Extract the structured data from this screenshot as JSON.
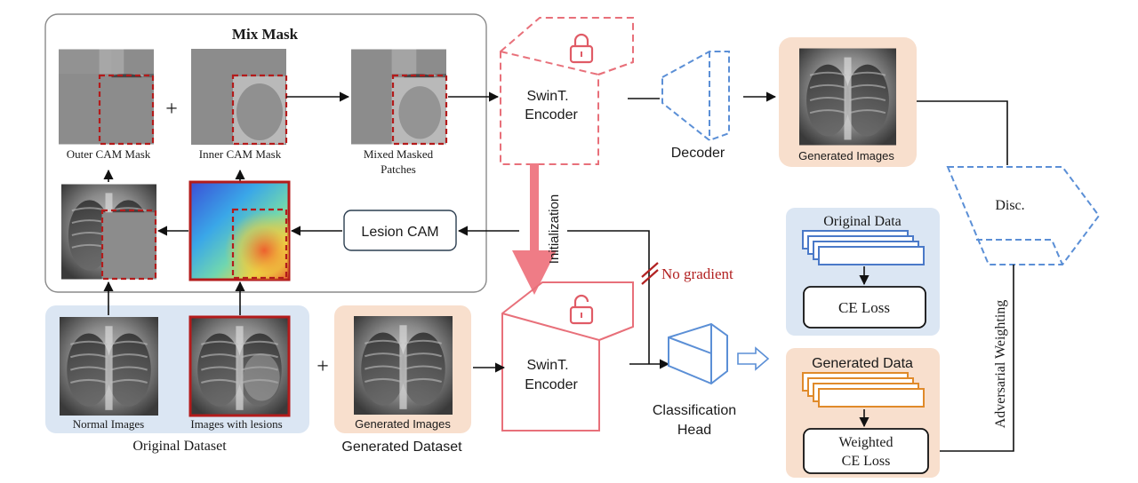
{
  "mix_mask": {
    "title": "Mix Mask",
    "outer_label": "Outer CAM Mask",
    "inner_label": "Inner CAM Mask",
    "mixed_label_1": "Mixed Masked",
    "mixed_label_2": "Patches",
    "plus": "+"
  },
  "lesion_cam": {
    "label": "Lesion CAM"
  },
  "encoder_top": {
    "label_1": "SwinT.",
    "label_2": "Encoder"
  },
  "decoder": {
    "label": "Decoder"
  },
  "generated_top": {
    "label": "Generated Images"
  },
  "discriminator": {
    "label": "Disc."
  },
  "initialization": {
    "label": "Initialization"
  },
  "no_gradient": {
    "label": "No gradient"
  },
  "original_data_box": {
    "title": "Original Data",
    "loss": "CE Loss"
  },
  "generated_data_box": {
    "title": "Generated Data",
    "loss_1": "Weighted",
    "loss_2": "CE Loss"
  },
  "adversarial": {
    "label": "Adversarial Weighting"
  },
  "original_dataset": {
    "normal_label": "Normal Images",
    "lesion_label": "Images with lesions",
    "caption": "Original Dataset",
    "plus": "+"
  },
  "generated_dataset": {
    "inner_label": "Generated Images",
    "caption": "Generated Dataset"
  },
  "encoder_bottom": {
    "label_1": "SwinT.",
    "label_2": "Encoder"
  },
  "classification_head": {
    "label_1": "Classification",
    "label_2": "Head"
  },
  "colors": {
    "encoder_red": "#e8707a",
    "decoder_blue": "#5b8fd6",
    "orig_bg": "#dbe6f3",
    "gen_bg": "#f8dfcd",
    "mask_red": "#b31b1b",
    "stack_blue": "#4a79c8",
    "stack_orange": "#e08a2a"
  }
}
